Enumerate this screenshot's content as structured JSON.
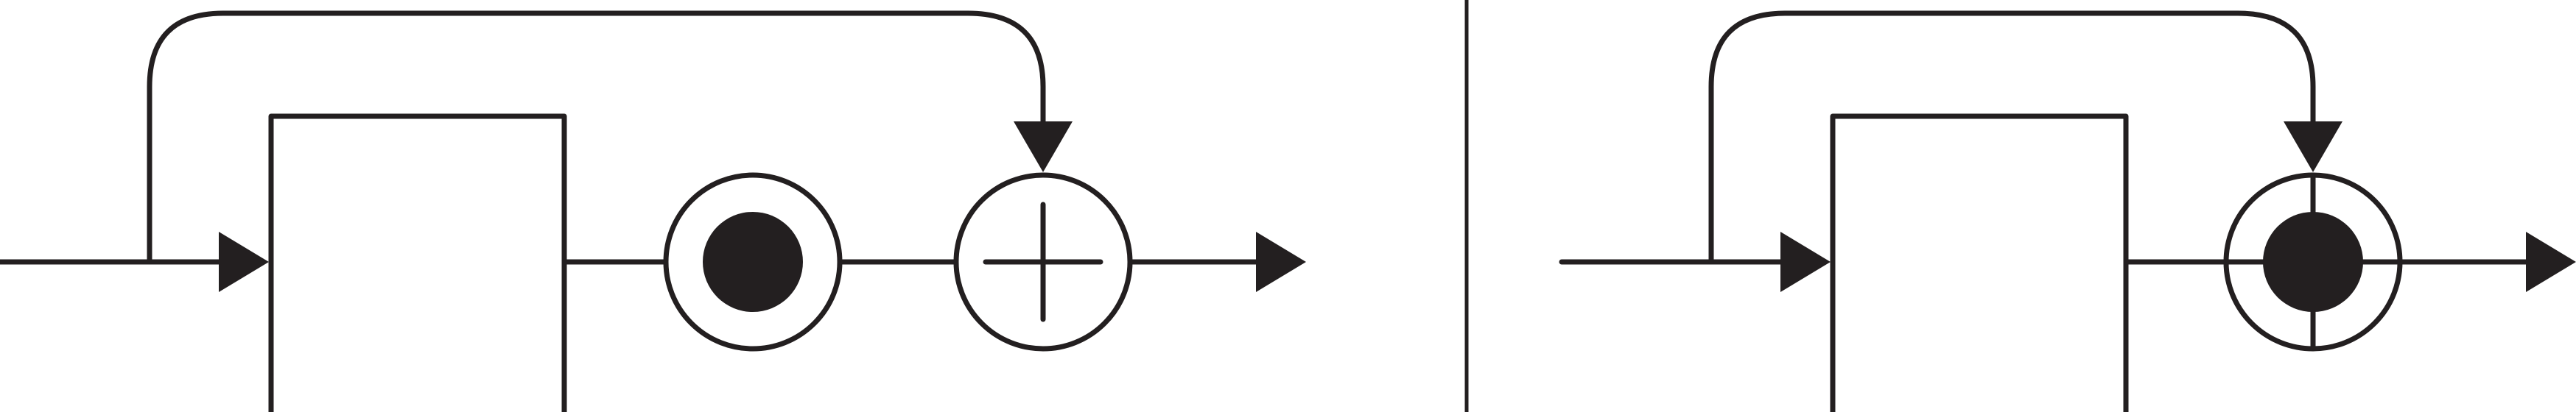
{
  "diagram": {
    "stroke_color": "#231f20",
    "fill_color": "#ffffff",
    "left_panel": {
      "block": "empty-rectangle",
      "operator_1": "filled-dot",
      "operator_2": "plus",
      "bypass": "skip-connection-to-plus"
    },
    "separator": "vertical-line",
    "right_panel": {
      "block": "empty-rectangle",
      "operator": "dot-and-plus-combined",
      "bypass": "skip-connection-to-combined"
    }
  }
}
